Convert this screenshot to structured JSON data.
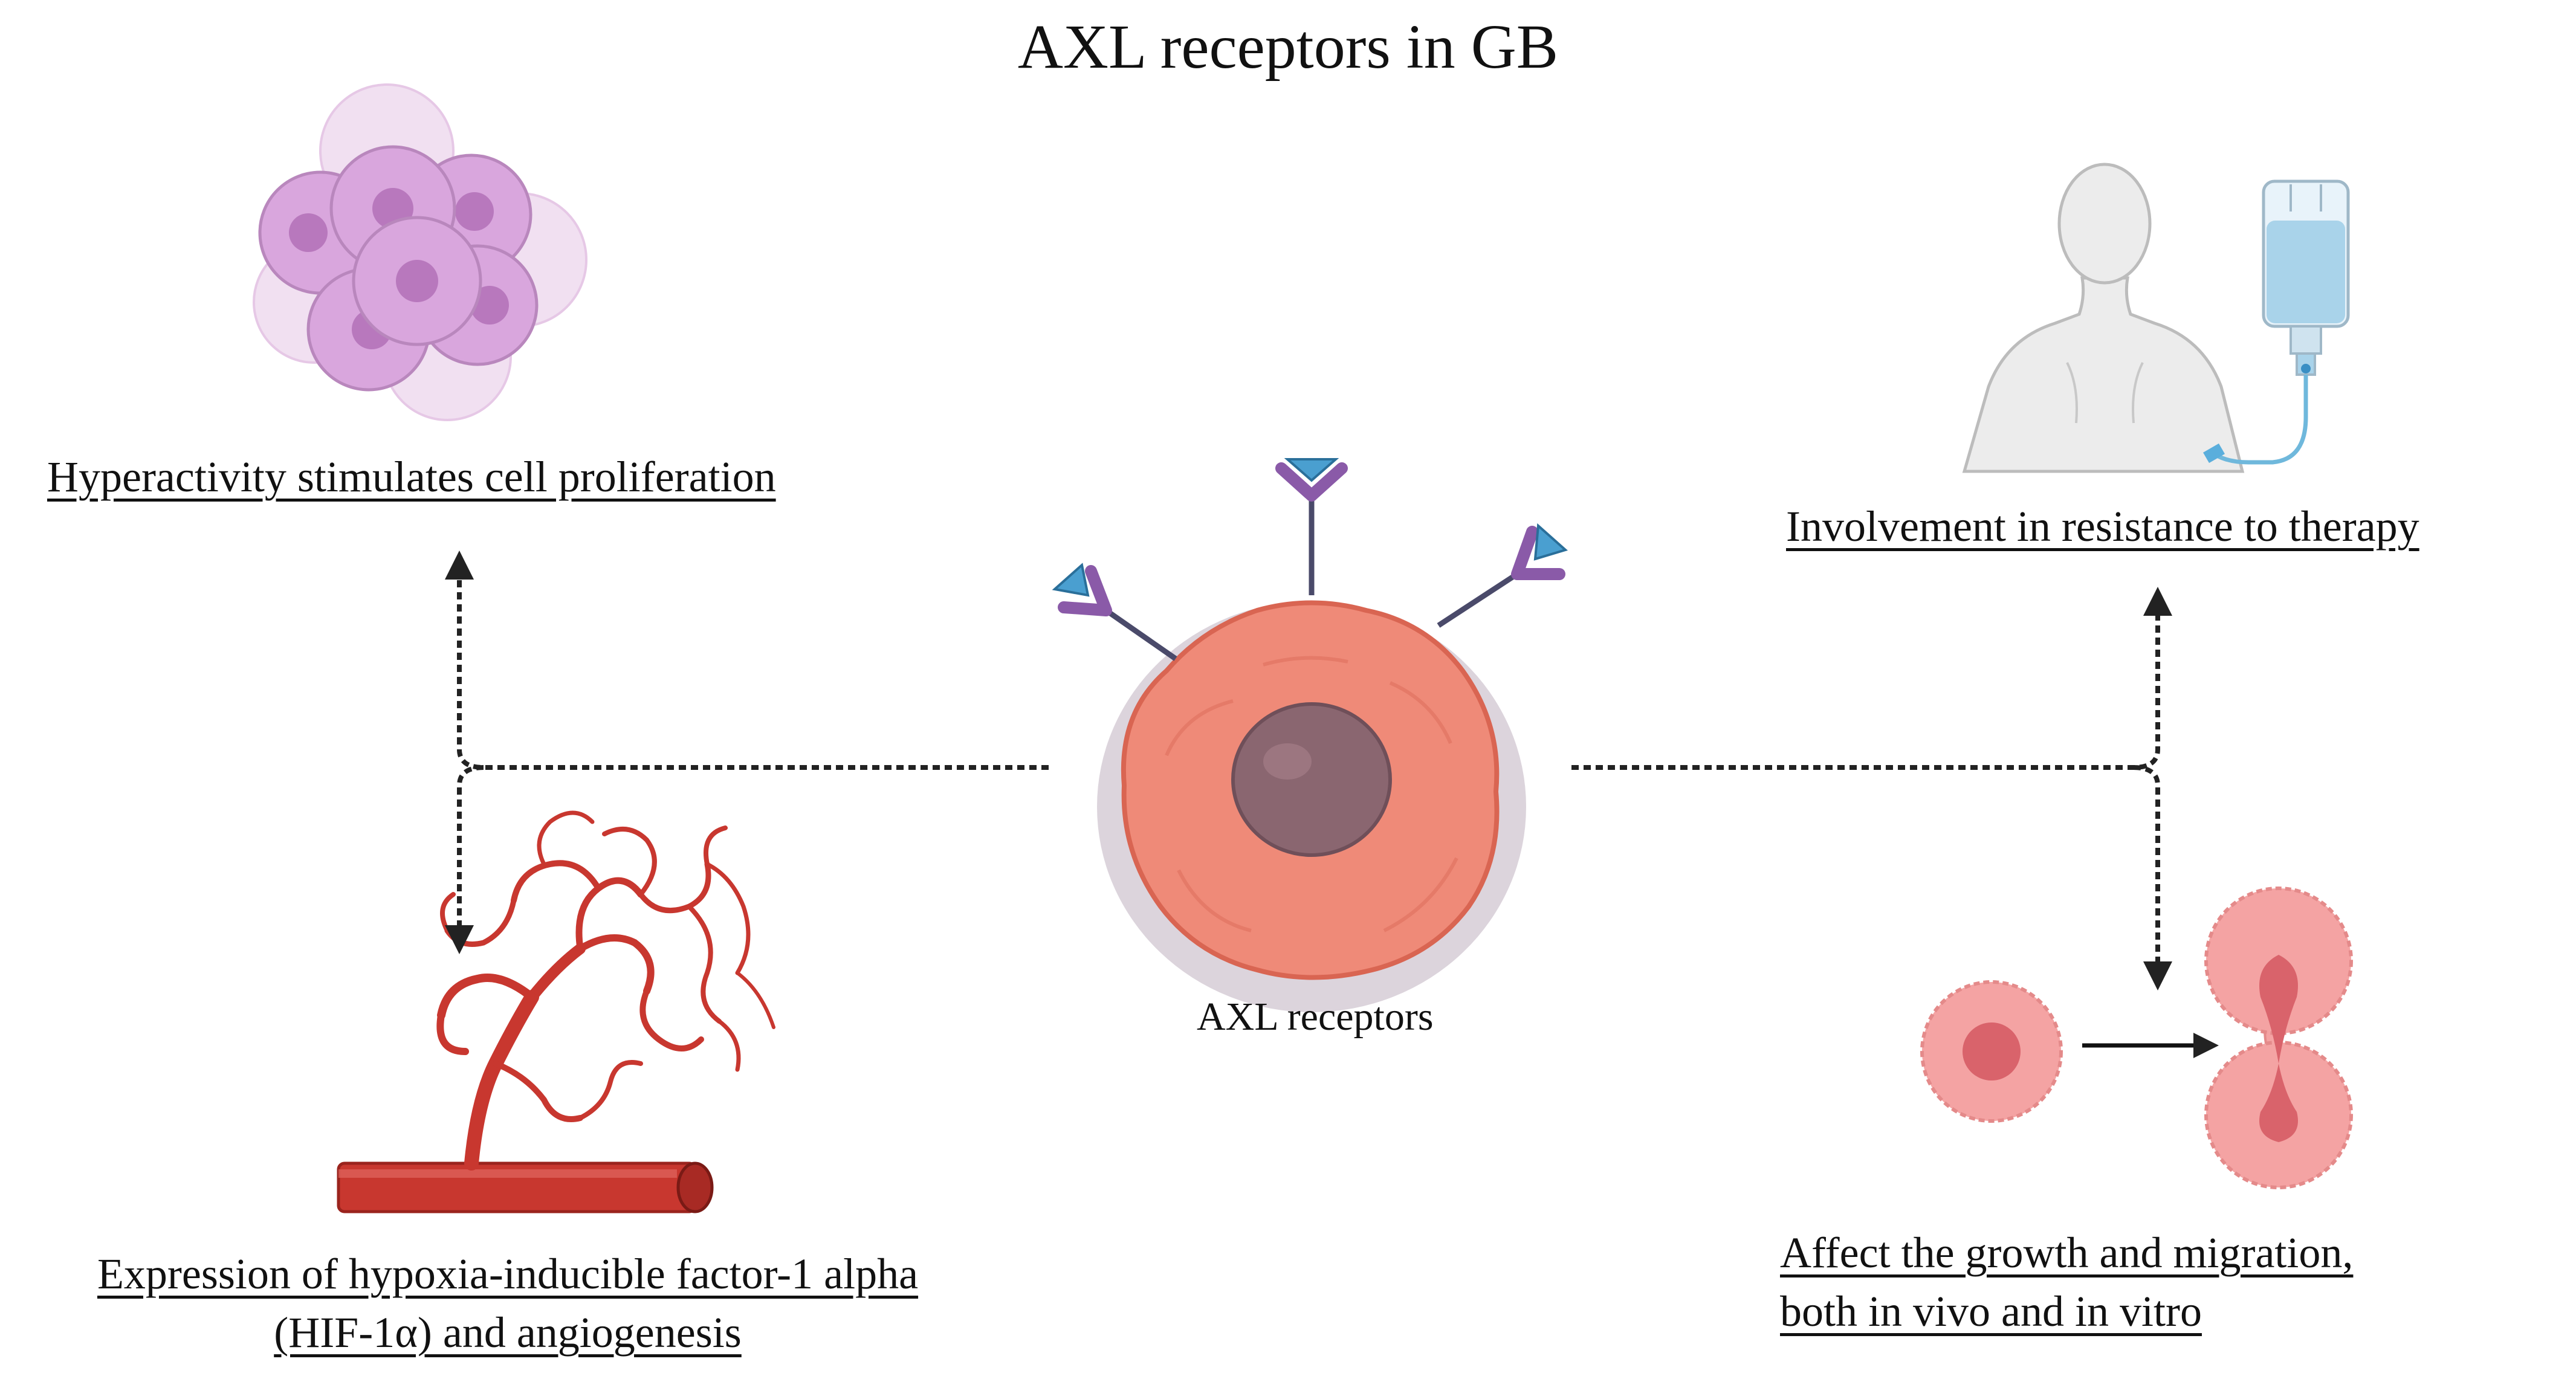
{
  "title": "AXL receptors in GB",
  "center": {
    "label": "AXL receptors"
  },
  "branches": {
    "proliferation": "Hyperactivity stimulates cell proliferation",
    "resistance": "Involvement in resistance to therapy",
    "hif_line1": "Expression of hypoxia-inducible factor-1 alpha",
    "hif_line2": "(HIF-1α) and angiogenesis",
    "growth_line1": "Affect the growth and migration,",
    "growth_line2": "both in vivo and in vitro"
  },
  "colors": {
    "cell_purple": "#d9a6dd",
    "tumor_orange": "#ef8a78",
    "nucleus_gray": "#8a6670",
    "receptor_purple": "#8a5aa8",
    "receptor_blue": "#4a9fd0",
    "vessel_red": "#c8372f",
    "migrating_cell_pink": "#f08a8a",
    "iv_bag_blue": "#a9d3ea"
  }
}
